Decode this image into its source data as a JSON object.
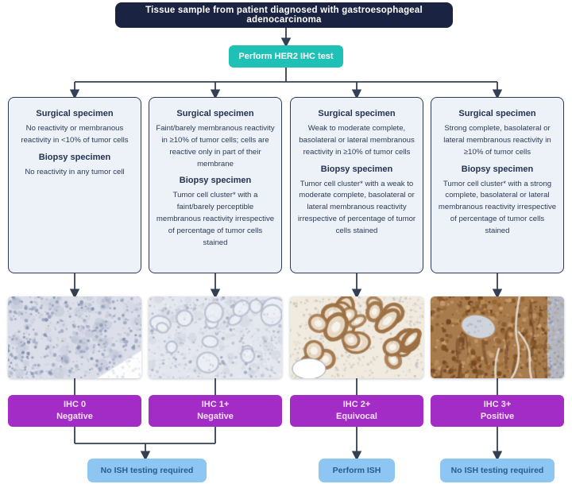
{
  "title_box": {
    "label": "Tissue sample from patient diagnosed with gastroesophageal adenocarcinoma"
  },
  "test_box": {
    "label": "Perform HER2 IHC test"
  },
  "columns": [
    {
      "surgical_heading": "Surgical specimen",
      "surgical_text": "No reactivity or membranous reactivity in <10% of tumor cells",
      "biopsy_heading": "Biopsy specimen",
      "biopsy_text": "No reactivity in any tumor cell",
      "image": "ihc-0-micrograph",
      "result_score": "IHC 0",
      "result_status": "Negative"
    },
    {
      "surgical_heading": "Surgical specimen",
      "surgical_text": "Faint/barely membranous reactivity in ≥10% of tumor cells; cells are reactive only in part of their membrane",
      "biopsy_heading": "Biopsy specimen",
      "biopsy_text": "Tumor cell cluster* with a faint/barely perceptible membranous reactivity irrespective of percentage of tumor cells stained",
      "image": "ihc-1-micrograph",
      "result_score": "IHC 1+",
      "result_status": "Negative"
    },
    {
      "surgical_heading": "Surgical specimen",
      "surgical_text": "Weak to moderate complete, basolateral or lateral membranous reactivity in ≥10% of tumor cells",
      "biopsy_heading": "Biopsy specimen",
      "biopsy_text": "Tumor cell cluster* with a weak to moderate complete, basolateral or lateral membranous reactivity irrespective of percentage of tumor cells stained",
      "image": "ihc-2-micrograph",
      "result_score": "IHC 2+",
      "result_status": "Equivocal"
    },
    {
      "surgical_heading": "Surgical specimen",
      "surgical_text": "Strong complete, basolateral or lateral membranous reactivity in ≥10% of tumor cells",
      "biopsy_heading": "Biopsy specimen",
      "biopsy_text": "Tumor cell cluster* with a strong complete, basolateral or lateral membranous reactivity irrespective of percentage of tumor cells stained",
      "image": "ihc-3-micrograph",
      "result_score": "IHC 3+",
      "result_status": "Positive"
    }
  ],
  "outcomes": [
    {
      "label": "No ISH testing required"
    },
    {
      "label": "Perform ISH"
    },
    {
      "label": "No ISH testing required"
    }
  ],
  "colors": {
    "navy": "#1b2342",
    "teal": "#1fc0b5",
    "panel_fill": "#edf2f9",
    "panel_border": "#2c3a55",
    "panel_text": "#2b3a55",
    "purple": "#a42cc6",
    "blue": "#8dc6f2",
    "outcome_text": "#2b5a8f",
    "arrow": "#333f52"
  }
}
